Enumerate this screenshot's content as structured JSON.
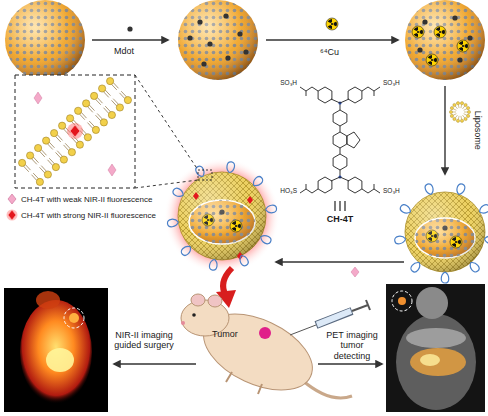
{
  "diagram": {
    "nodes": [
      {
        "text": [
          "Tumor"
        ]
      }
    ],
    "labels": [
      "Mdot",
      "⁶⁴Cu",
      "CH-4T",
      "Liposome",
      "NIR-II imaging guided surgery",
      "PET imaging tumor detecting",
      "SO₃H",
      "SO₃H",
      "HO₃S",
      "SO₃H"
    ],
    "legend": [
      {
        "text": "CH-4T with weak NIR-II fluorescence"
      },
      {
        "text": "CH-4T with strong NIR-II fluorescence"
      }
    ]
  }
}
